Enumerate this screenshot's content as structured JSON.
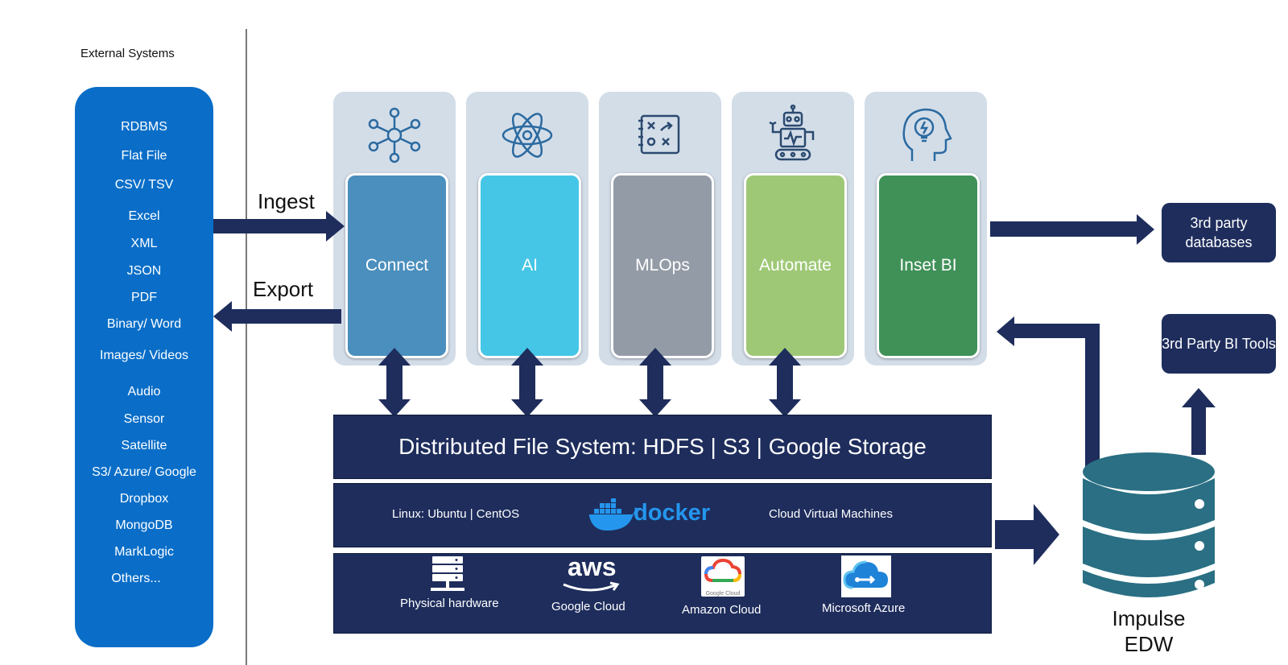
{
  "external": {
    "title": "External Systems",
    "items": [
      "RDBMS",
      "Flat File",
      "CSV/ TSV",
      "Excel",
      "XML",
      "JSON",
      "PDF",
      "Binary/ Word",
      "Images/ Videos",
      "Audio",
      "Sensor",
      "Satellite",
      "S3/ Azure/ Google",
      "Dropbox",
      "MongoDB",
      "MarkLogic",
      "Others..."
    ]
  },
  "flows": {
    "ingest": "Ingest",
    "export": "Export"
  },
  "modules": [
    {
      "label": "Connect",
      "color": "#4a8fbd",
      "icon": "network-hub-icon"
    },
    {
      "label": "AI",
      "color": "#45c6e6",
      "icon": "atom-icon"
    },
    {
      "label": "MLOps",
      "color": "#939ba6",
      "icon": "strategy-board-icon"
    },
    {
      "label": "Automate",
      "color": "#9ec876",
      "icon": "robot-icon"
    },
    {
      "label": "Inset BI",
      "color": "#3f9158",
      "icon": "head-lightbulb-icon"
    }
  ],
  "dfs": {
    "text": "Distributed File System: HDFS | S3 | Google Storage"
  },
  "os_band": {
    "linux": "Linux: Ubuntu | CentOS",
    "docker": "docker",
    "cloud_vm": "Cloud Virtual Machines"
  },
  "infra": [
    {
      "label": "Physical hardware",
      "icon": "server-rack-icon"
    },
    {
      "label": "Amazon Cloud",
      "icon": "aws-logo-icon",
      "logo_text": "aws"
    },
    {
      "label": "Google Cloud",
      "icon": "google-cloud-logo-icon",
      "logo_text": "Google Cloud"
    },
    {
      "label": "Microsoft Azure",
      "icon": "azure-cloud-icon"
    }
  ],
  "outputs": {
    "third_party_db": "3rd party databases",
    "third_party_bi": "3rd Party BI Tools"
  },
  "edw": {
    "label": "Impulse EDW"
  },
  "colors": {
    "navy": "#1e2d5c",
    "blue_panel": "#0a6ec8",
    "teal_db": "#2a6f83"
  }
}
